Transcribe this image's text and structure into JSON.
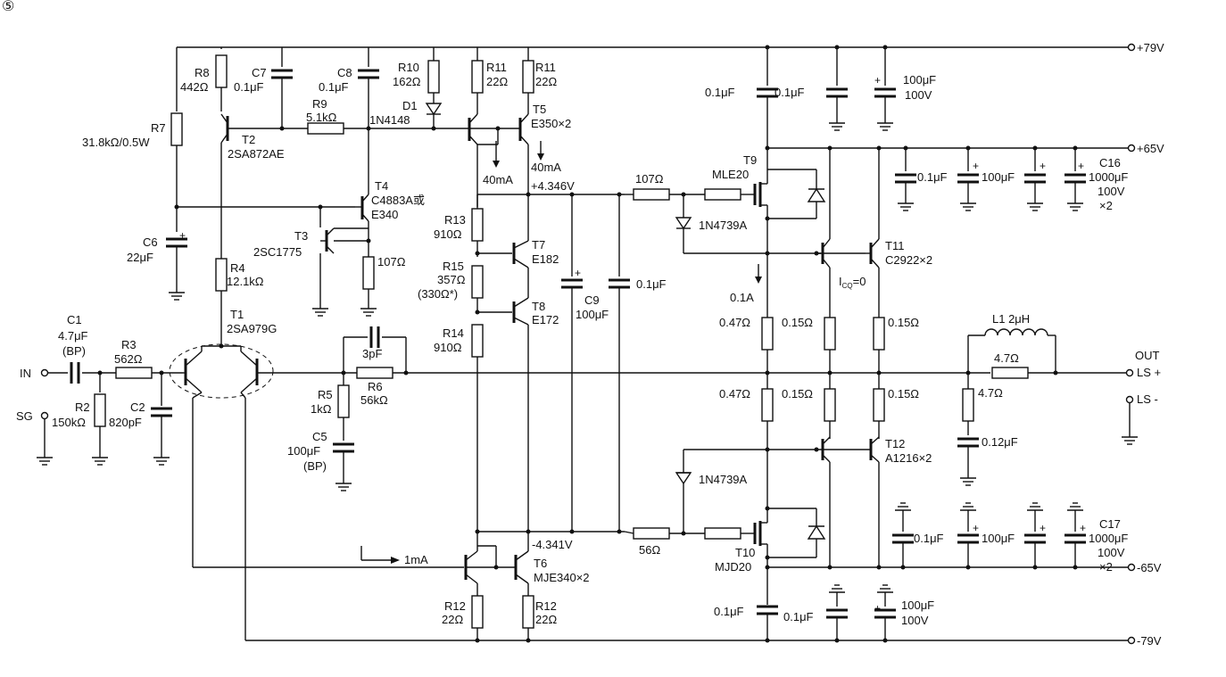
{
  "circled_number": "⑤",
  "rails": {
    "p79": "+79V",
    "p65": "+65V",
    "m65": "-65V",
    "m79": "-79V"
  },
  "io": {
    "in": "IN",
    "sg": "SG",
    "out": "OUT",
    "ls_plus": "LS +",
    "ls_minus": "LS -"
  },
  "labels": {
    "R8": "R8",
    "R8v": "442Ω",
    "C7": "C7",
    "C7v": "0.1μF",
    "C8": "C8",
    "C8v": "0.1μF",
    "R10": "R10",
    "R10v": "162Ω",
    "R11a": "R11",
    "R11av": "22Ω",
    "R11b": "R11",
    "R11bv": "22Ω",
    "T5": "T5",
    "T5v": "E350×2",
    "R7": "R7",
    "R7v": "31.8kΩ/0.5W",
    "R9": "R9",
    "R9v": "5.1kΩ",
    "D1": "D1",
    "D1v": "1N4148",
    "T2": "T2",
    "T2v": "2SA872AE",
    "T4": "T4",
    "T4v": "C4883A或",
    "T4v2": "E340",
    "T3": "T3",
    "T3v": "2SC1775",
    "R107": "107Ω",
    "C6": "C6",
    "C6v": "22μF",
    "R4": "R4",
    "R4v": "12.1kΩ",
    "T1": "T1",
    "T1v": "2SA979G",
    "C1": "C1",
    "C1v": "4.7μF",
    "C1v2": "(BP)",
    "R3": "R3",
    "R3v": "562Ω",
    "R2": "R2",
    "R2v": "150kΩ",
    "C2": "C2",
    "C2v": "820pF",
    "C3pF": "3pF",
    "R6": "R6",
    "R6v": "56kΩ",
    "R5": "R5",
    "R5v": "1kΩ",
    "C5": "C5",
    "C5v": "100μF",
    "C5v2": "(BP)",
    "I40a": "40mA",
    "I40b": "40mA",
    "V4346": "+4.346V",
    "R13": "R13",
    "R13v": "910Ω",
    "R15": "R15",
    "R15v": "357Ω",
    "R15v2": "(330Ω*)",
    "R14": "R14",
    "R14v": "910Ω",
    "T7": "T7",
    "T7v": "E182",
    "T8": "T8",
    "T8v": "E172",
    "C9": "C9",
    "C9v": "100μF",
    "C01mid": "0.1μF",
    "R107b": "107Ω",
    "V4341": "-4.341V",
    "R56": "56Ω",
    "I1mA": "1mA",
    "T6": "T6",
    "T6v": "MJE340×2",
    "R12a": "R12",
    "R12av": "22Ω",
    "R12b": "R12",
    "R12bv": "22Ω",
    "C01t1": "0.1μF",
    "C01t2": "0.1μF",
    "C100t": "100μF",
    "C100tV": "100V",
    "T9": "T9",
    "T9v": "MLE20",
    "Z1": "1N4739A",
    "I01A": "0.1A",
    "T11": "T11",
    "T11v": "C2922×2",
    "Icq": "I",
    "Icq_sub": "CQ",
    "Icq_val": "=0",
    "R047a": "0.47Ω",
    "R015a": "0.15Ω",
    "R015b": "0.15Ω",
    "R047b": "0.47Ω",
    "R015c": "0.15Ω",
    "R015d": "0.15Ω",
    "C01r1": "0.1μF",
    "C100r1": "100μF",
    "C16": "C16",
    "C16v": "1000μF",
    "C16v2": "100V",
    "C16v3": "×2",
    "L1": "L1  2μH",
    "R47a": "4.7Ω",
    "R47b": "4.7Ω",
    "C012": "0.12μF",
    "T12": "T12",
    "T12v": "A1216×2",
    "Z2": "1N4739A",
    "T10": "T10",
    "T10v": "MJD20",
    "C01r2": "0.1μF",
    "C100r2": "100μF",
    "C17": "C17",
    "C17v": "1000μF",
    "C17v2": "100V",
    "C17v3": "×2",
    "C01b1": "0.1μF",
    "C01b2": "0.1μF",
    "C100b": "100μF",
    "C100bV": "100V"
  }
}
